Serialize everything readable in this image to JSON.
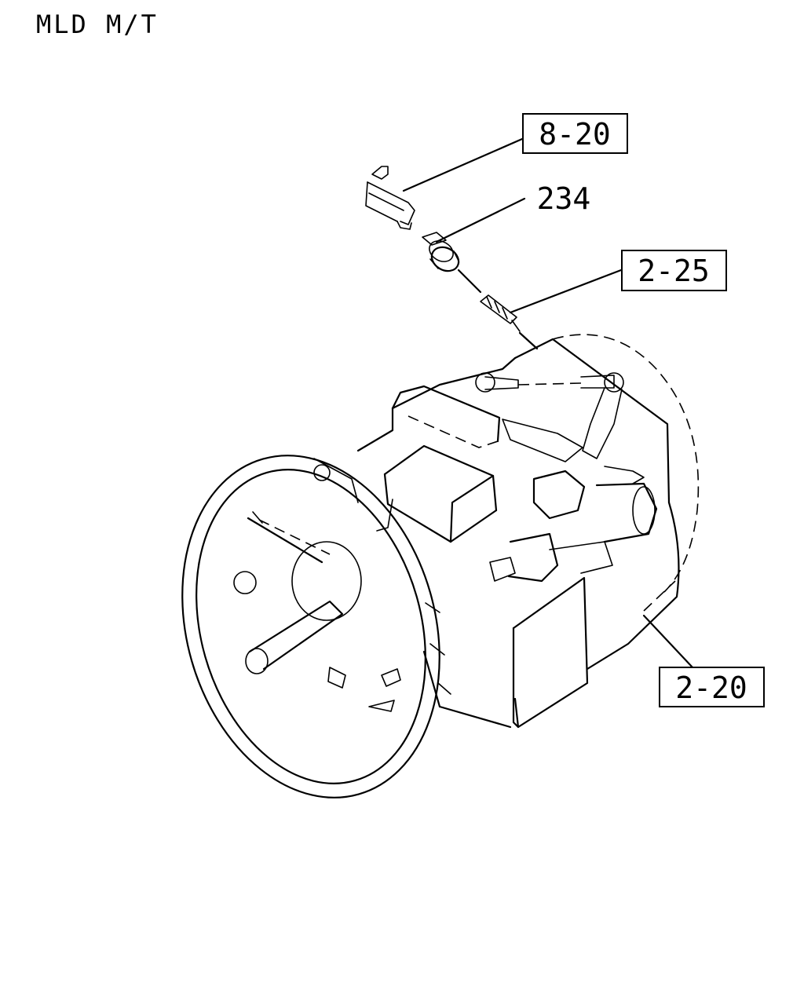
{
  "title": "MLD M/T",
  "callouts": {
    "harness_bracket": "8-20",
    "switch_part": "234",
    "sensor_part": "2-25",
    "transmission": "2-20"
  }
}
